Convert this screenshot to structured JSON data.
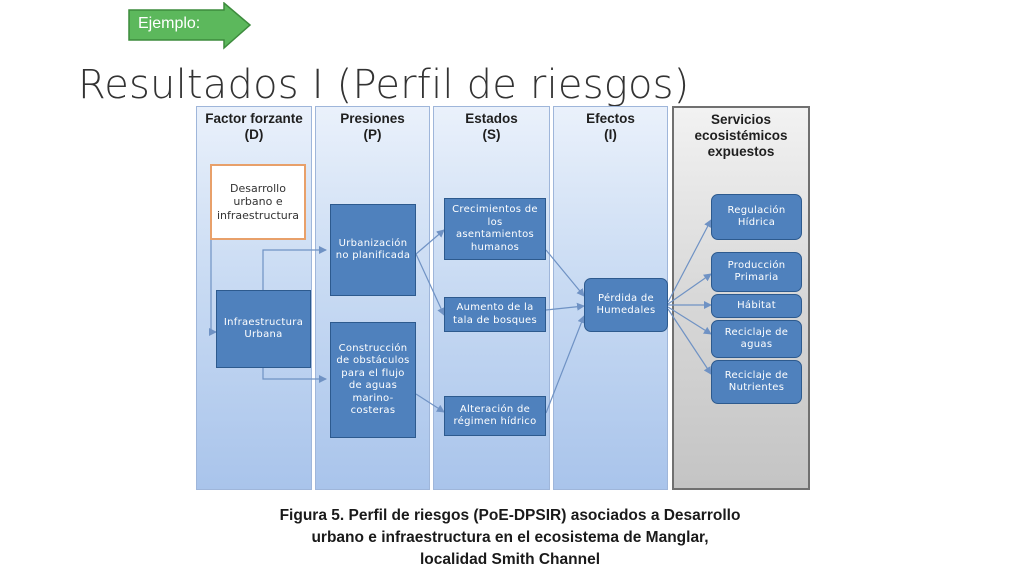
{
  "badge": {
    "label": "Ejemplo:",
    "color": "#5cb85c"
  },
  "slide": {
    "title": "Resultados I (Perfil de riesgos)"
  },
  "diagram": {
    "columns": [
      {
        "line1": "Factor forzante",
        "line2": "(D)",
        "line3": ""
      },
      {
        "line1": "Presiones",
        "line2": "(P)",
        "line3": ""
      },
      {
        "line1": "Estados",
        "line2": "(S)",
        "line3": ""
      },
      {
        "line1": "Efectos",
        "line2": "(I)",
        "line3": ""
      },
      {
        "line1": "Servicios",
        "line2": "ecosistémicos",
        "line3": "expuestos"
      }
    ],
    "boxes": {
      "desarrollo": "Desarrollo urbano e infraestructura",
      "infraestructura": "Infraestructura Urbana",
      "urbanizacion": "Urbanización no planificada",
      "construccion": "Construcción de obstáculos para el flujo de aguas marino-costeras",
      "crecimientos": "Crecimientos de los asentamientos humanos",
      "aumento": "Aumento de la tala de bosques",
      "alteracion": "Alteración de régimen hídrico",
      "perdida": "Pérdida de Humedales",
      "regulacion": "Regulación Hídrica",
      "produccion": "Producción Primaria",
      "habitat": "Hábitat",
      "reciclaje_aguas": "Reciclaje de aguas",
      "reciclaje_nutrientes": "Reciclaje de Nutrientes"
    }
  },
  "caption": {
    "line1": "Figura 5. Perfil de riesgos (PoE-DPSIR) asociados a Desarrollo",
    "line2": "urbano e infraestructura  en el ecosistema de Manglar,",
    "line3": "localidad Smith Channel"
  }
}
